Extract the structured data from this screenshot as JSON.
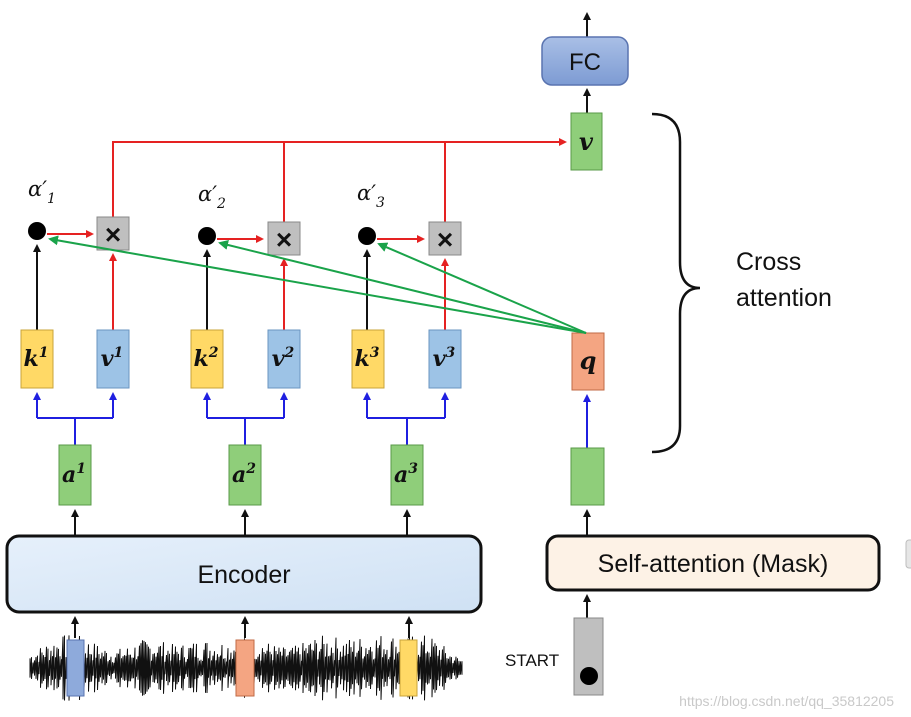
{
  "colors": {
    "red_arrow": "#e52222",
    "green_arrow": "#1aa34a",
    "blue_arrow": "#1f1fe0",
    "black_arrow": "#111111",
    "k_box": "#ffd966",
    "v_box": "#9dc3e6",
    "a_box": "#8fce7a",
    "q_box": "#f4a582",
    "fc_box": "#8eaadb",
    "encoder_box": "#dbe9f7",
    "selfattn_box": "#fdf2e6",
    "start_box": "#bfbfbf",
    "multiply_box": "#bfbfbf"
  },
  "labels": {
    "fc": "FC",
    "encoder": "Encoder",
    "self_attention": "Self-attention (Mask)",
    "start": "START",
    "cross_attention_line1": "Cross",
    "cross_attention_line2": "attention",
    "v_out": "v",
    "q": "q",
    "multiply": "×",
    "watermark": "https://blog.csdn.net/qq_35812205"
  },
  "columns": [
    {
      "alpha": "α",
      "alpha_prime": "′",
      "alpha_sub": "1",
      "k": "k",
      "k_sup": "1",
      "v": "v",
      "v_sup": "1",
      "a": "a",
      "a_sup": "1"
    },
    {
      "alpha": "α",
      "alpha_prime": "′",
      "alpha_sub": "2",
      "k": "k",
      "k_sup": "2",
      "v": "v",
      "v_sup": "2",
      "a": "a",
      "a_sup": "2"
    },
    {
      "alpha": "α",
      "alpha_prime": "′",
      "alpha_sub": "3",
      "k": "k",
      "k_sup": "3",
      "v": "v",
      "v_sup": "3",
      "a": "a",
      "a_sup": "3"
    }
  ]
}
